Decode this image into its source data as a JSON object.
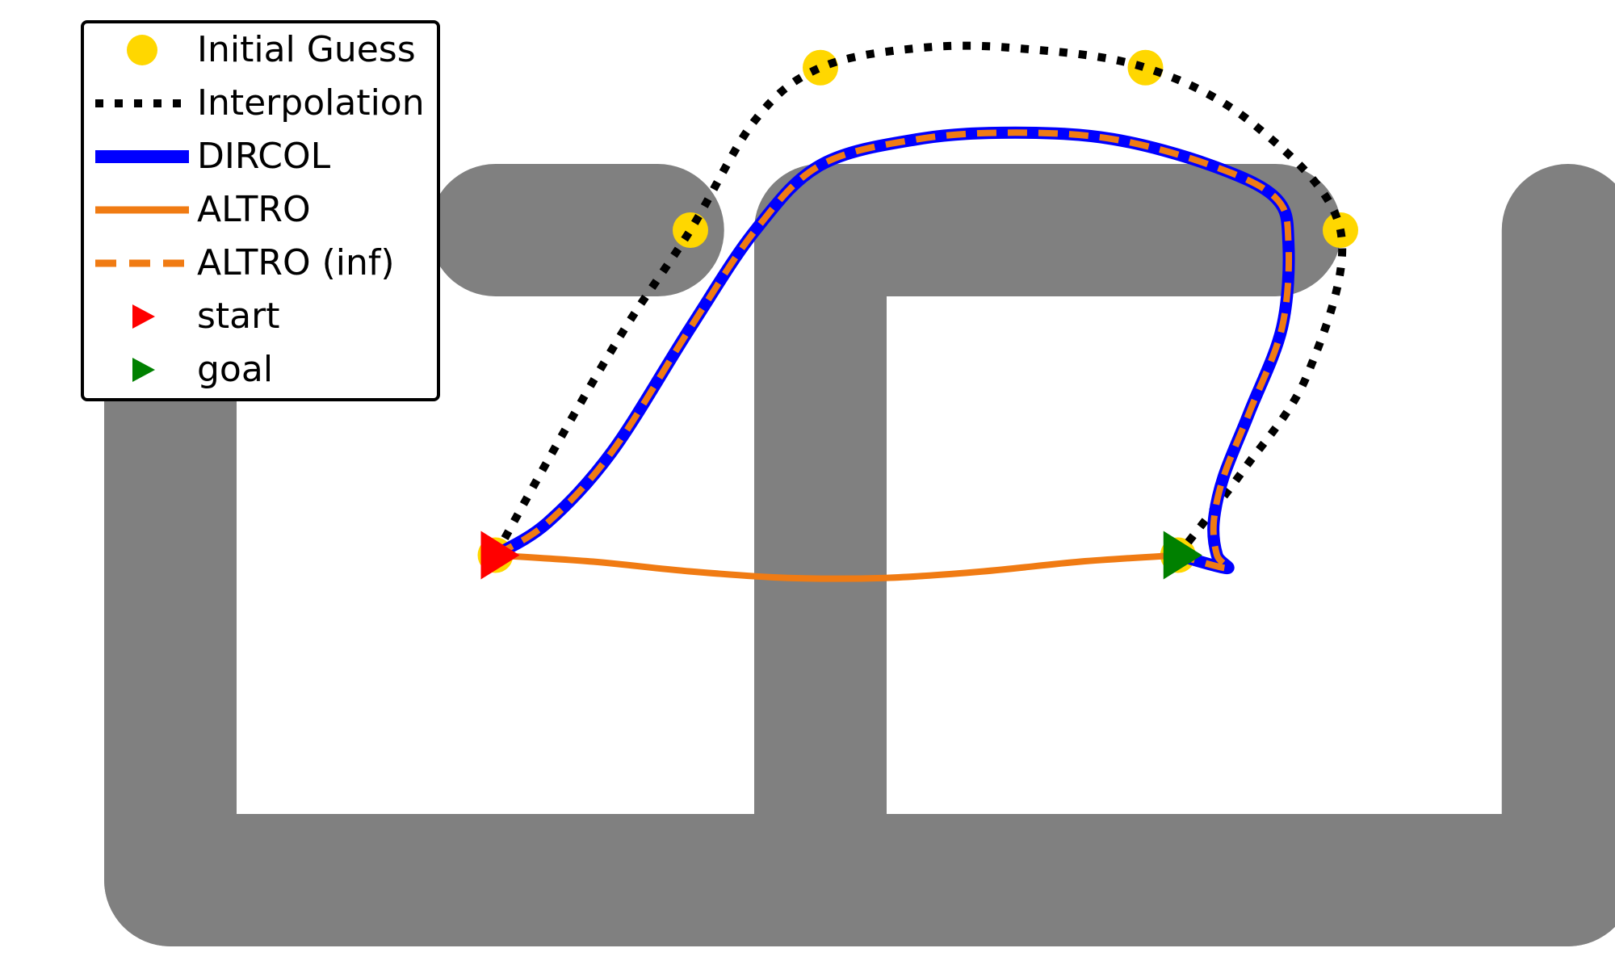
{
  "chart_data": {
    "type": "line",
    "title": "",
    "xlabel": "",
    "ylabel": "",
    "axes_visible": false,
    "grid": false,
    "xlim": [
      -1.0,
      23.5
    ],
    "ylim": [
      -1.5,
      13.0
    ],
    "colors": {
      "obstacle": "#808080",
      "initial_guess": "#ffd700",
      "interpolation": "#000000",
      "dircol": "#0000ff",
      "altro": "#f07b13",
      "altro_inf": "#f07b13",
      "start": "#ff0000",
      "goal": "#008000"
    },
    "obstacles": {
      "description_style": "thick gray rounded line segments (maze walls)",
      "segments": [
        [
          [
            5,
            10
          ],
          [
            7.5,
            10
          ]
        ],
        [
          [
            0,
            10
          ],
          [
            0,
            0
          ]
        ],
        [
          [
            0,
            0
          ],
          [
            21.5,
            0
          ]
        ],
        [
          [
            21.5,
            0
          ],
          [
            21.5,
            10
          ]
        ],
        [
          [
            10,
            0
          ],
          [
            10,
            10
          ]
        ],
        [
          [
            10,
            10
          ],
          [
            17,
            10
          ]
        ]
      ]
    },
    "series": [
      {
        "name": "Initial Guess",
        "style": "markers",
        "x": [
          5,
          8,
          10,
          15,
          18,
          15.5
        ],
        "y": [
          5,
          10,
          12.5,
          12.5,
          10,
          5
        ]
      },
      {
        "name": "Interpolation",
        "style": "dotted",
        "x": [
          5,
          6.0,
          7.0,
          8,
          9.0,
          10,
          11.5,
          13.0,
          15,
          16.7,
          18,
          17.5,
          16.5,
          15.5
        ],
        "y": [
          5,
          6.8,
          8.5,
          10,
          11.7,
          12.5,
          12.8,
          12.8,
          12.5,
          11.6,
          10,
          7.8,
          6.3,
          5
        ]
      },
      {
        "name": "DIRCOL",
        "style": "solid-thick",
        "x": [
          5,
          5.8,
          6.8,
          8.0,
          9.0,
          10.0,
          11.5,
          13.0,
          14.5,
          16.0,
          17.0,
          17.2,
          17.1,
          16.6,
          16.2,
          16.05,
          16.1,
          16.25,
          15.5
        ],
        "y": [
          5,
          5.5,
          6.6,
          8.5,
          10.0,
          11.0,
          11.4,
          11.5,
          11.4,
          11.0,
          10.5,
          9.8,
          8.5,
          7.2,
          6.2,
          5.5,
          5.0,
          4.8,
          5
        ]
      },
      {
        "name": "ALTRO",
        "style": "solid",
        "x": [
          5,
          6.5,
          8.0,
          9.5,
          11.0,
          12.5,
          14.0,
          15.5
        ],
        "y": [
          5,
          4.9,
          4.75,
          4.65,
          4.65,
          4.75,
          4.9,
          5
        ]
      },
      {
        "name": "ALTRO (inf)",
        "style": "dashed",
        "x": [
          5,
          5.8,
          6.8,
          8.0,
          9.0,
          10.0,
          11.5,
          13.0,
          14.5,
          16.0,
          17.0,
          17.2,
          17.1,
          16.6,
          16.2,
          16.05,
          16.1,
          16.25,
          15.5
        ],
        "y": [
          5,
          5.5,
          6.6,
          8.5,
          10.0,
          11.0,
          11.4,
          11.5,
          11.4,
          11.0,
          10.5,
          9.8,
          8.5,
          7.2,
          6.2,
          5.5,
          5.0,
          4.8,
          5
        ]
      }
    ],
    "start": {
      "name": "start",
      "x": 5,
      "y": 5
    },
    "goal": {
      "name": "goal",
      "x": 15.5,
      "y": 5
    },
    "legend": {
      "placement": "upper-left",
      "entries": [
        "Initial Guess",
        "Interpolation",
        "DIRCOL",
        "ALTRO",
        "ALTRO (inf)",
        "start",
        "goal"
      ]
    }
  }
}
